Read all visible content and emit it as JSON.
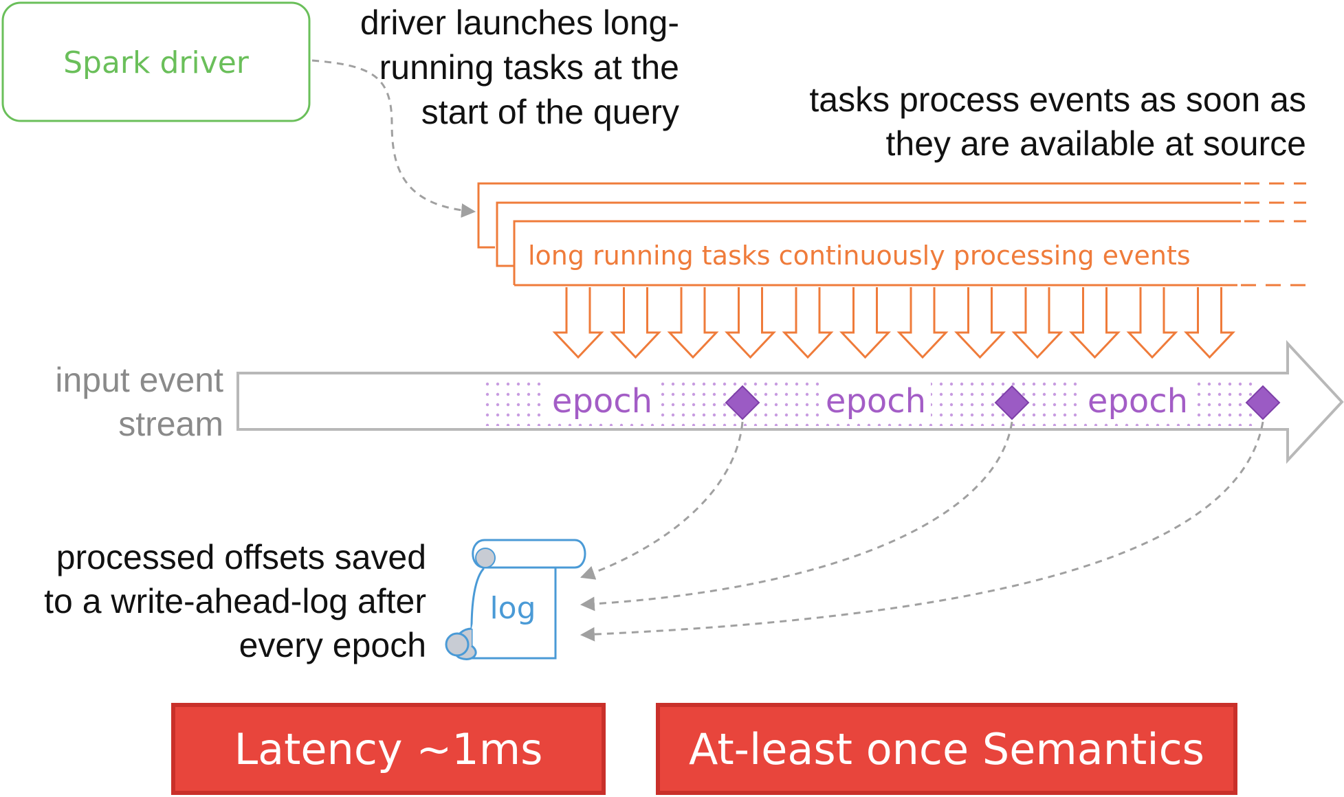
{
  "colors": {
    "driver_green": "#6abf5a",
    "task_orange": "#ef7b3a",
    "epoch_purple": "#a35dc6",
    "marker_purple": "#9b5bc4",
    "stream_gray": "#b8b8b8",
    "log_blue": "#4a9ad6",
    "badge_red": "#e8453c",
    "badge_border": "#c9302a",
    "arrow_gray": "#a0a0a0"
  },
  "driver": {
    "label": "Spark driver"
  },
  "captions": {
    "driver_launch": [
      "driver launches long-",
      "running tasks at the",
      "start of the query"
    ],
    "tasks_process": [
      "tasks process events as soon as",
      "they are available at source"
    ],
    "input_stream": [
      "input event",
      "stream"
    ],
    "offsets_saved": [
      "processed offsets saved",
      "to a write-ahead-log after",
      "every epoch"
    ]
  },
  "tasks": {
    "label": "long running tasks continuously processing events",
    "task_count": 3,
    "down_arrow_count": 12
  },
  "stream": {
    "epochs": [
      "epoch",
      "epoch",
      "epoch"
    ]
  },
  "log": {
    "label": "log",
    "icon": "scroll-icon"
  },
  "badges": {
    "latency": "Latency ~1ms",
    "semantics": "At-least once Semantics"
  }
}
